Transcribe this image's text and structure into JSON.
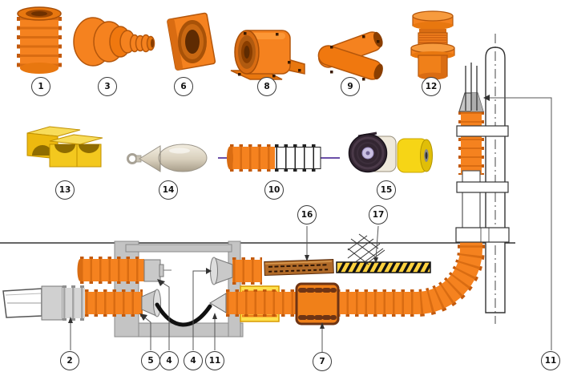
{
  "diagram": {
    "kind": "corrugated-cable-duct-system-installation-diagram",
    "labels": [
      {
        "num": "1"
      },
      {
        "num": "3"
      },
      {
        "num": "6"
      },
      {
        "num": "8"
      },
      {
        "num": "9"
      },
      {
        "num": "12"
      },
      {
        "num": "13"
      },
      {
        "num": "14"
      },
      {
        "num": "10"
      },
      {
        "num": "15"
      },
      {
        "num": "16"
      },
      {
        "num": "17"
      },
      {
        "num": "2"
      },
      {
        "num": "5"
      },
      {
        "num": "4"
      },
      {
        "num": "4"
      },
      {
        "num": "11"
      },
      {
        "num": "7"
      },
      {
        "num": "11"
      }
    ],
    "colors": {
      "duct_orange": "#F5821F",
      "duct_rib_dark": "#C35A0D",
      "fitting_gray": "#C9C9C9",
      "chamber_gray": "#C4C4C4",
      "cleat_yellow": "#F3C81E",
      "tape_roll_yellow": "#F6D516",
      "tape_roll_black": "#332632",
      "warning_tape_copper": "#B06A28",
      "warning_tape_hatched_yellow": "#FFD23F",
      "cable_black": "#111111",
      "pilot_line_purple": "#6B4FA8"
    }
  }
}
